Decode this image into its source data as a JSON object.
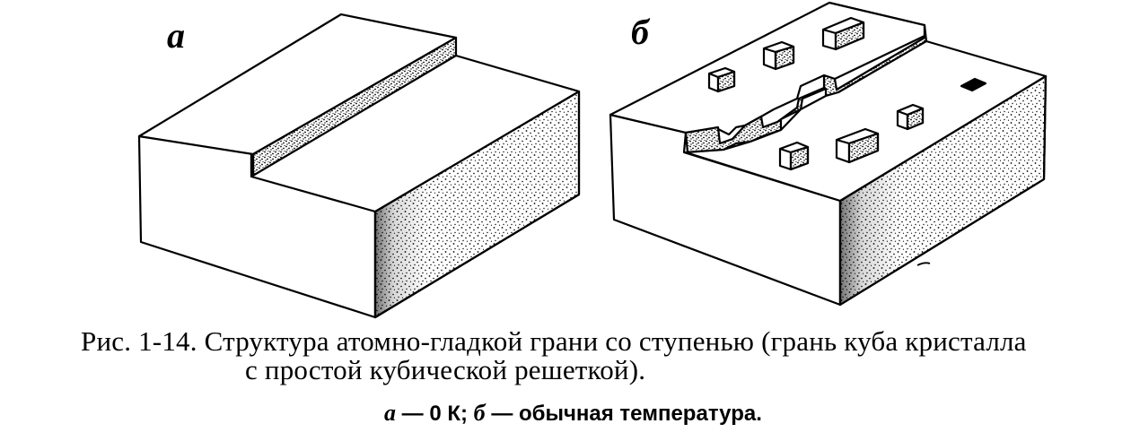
{
  "figure": {
    "panels": [
      {
        "label": "a"
      },
      {
        "label": "б"
      }
    ],
    "caption": {
      "line1": "Рис. 1-14. Структура атомно-гладкой грани со ступенью (грань куба кристалла",
      "line2": "с простой кубической решеткой)."
    },
    "legend": {
      "a_label": "а",
      "a_text": " — 0 К; ",
      "b_label": "б",
      "b_text": " — обычная температура."
    }
  }
}
